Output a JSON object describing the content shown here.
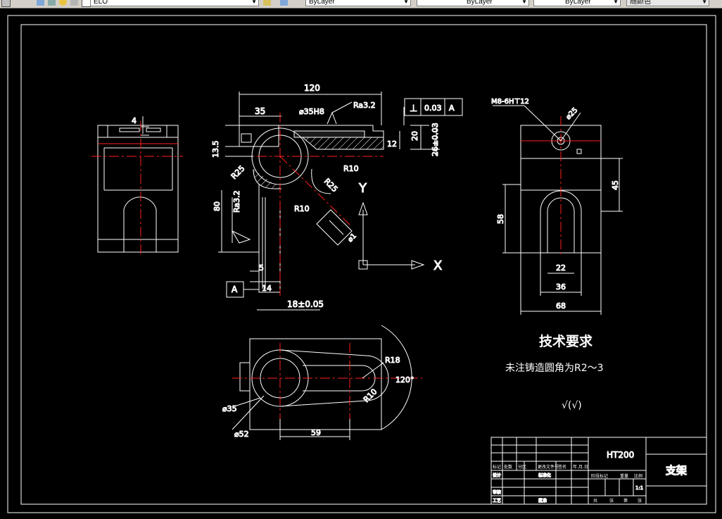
{
  "toolbar": {
    "layer_name": "ELO",
    "color_label": "ByLayer",
    "linetype_label": "ByLayer",
    "lineweight_label": "ByLayer",
    "plotstyle_label": "随颜色"
  },
  "drawing": {
    "top_view": {
      "dim_gap": "4"
    },
    "front_view": {
      "dim_120": "120",
      "dim_35": "35",
      "dim_bore": "⌀35H8",
      "roughness_top": "Ra3.2",
      "roughness_side": "Ra3.2",
      "tol_symbol": "⊥",
      "tol_value": "0.03",
      "tol_datum": "A",
      "dim_12": "12",
      "dim_20": "20",
      "dim_26": "26±0.03",
      "dim_13_5": "13.5",
      "dim_r25_left": "R25",
      "dim_r25_right": "R25",
      "dim_r10_upper": "R10",
      "dim_r10_lower": "R10",
      "dim_80": "80",
      "dim_5": "5",
      "dim_14": "14",
      "dim_18": "18±0.05",
      "datum_a": "A",
      "dim_phi": "⌀1"
    },
    "ucs": {
      "y_label": "Y",
      "x_label": "X"
    },
    "side_view": {
      "thread": "M8-6H⊤12",
      "dim_phi25": "⌀25",
      "dim_45": "45",
      "dim_58": "58",
      "dim_22": "22",
      "dim_36": "36",
      "dim_68": "68"
    },
    "bottom_view": {
      "dim_r18": "R18",
      "dim_120deg": "120°",
      "dim_r10": "R10",
      "dim_phi35": "⌀35",
      "dim_phi52": "⌀52",
      "dim_59": "59"
    },
    "notes": {
      "title": "技术要求",
      "line1": "未注铸造圆角为R2～3",
      "roughness": "√(√)"
    },
    "title_block": {
      "material": "HT200",
      "part_name": "支架",
      "row_labels": [
        "标记",
        "处数",
        "分区",
        "更改文件号",
        "签名",
        "年.月.日"
      ],
      "label_design": "设计",
      "label_standard": "标准化",
      "label_check": "审核",
      "label_process": "工艺",
      "label_approve": "批准",
      "stage_labels": [
        "阶段标记",
        "重量",
        "比例"
      ],
      "scale": "1:1",
      "sheet_labels": [
        "共",
        "张",
        "第",
        "张"
      ]
    }
  }
}
